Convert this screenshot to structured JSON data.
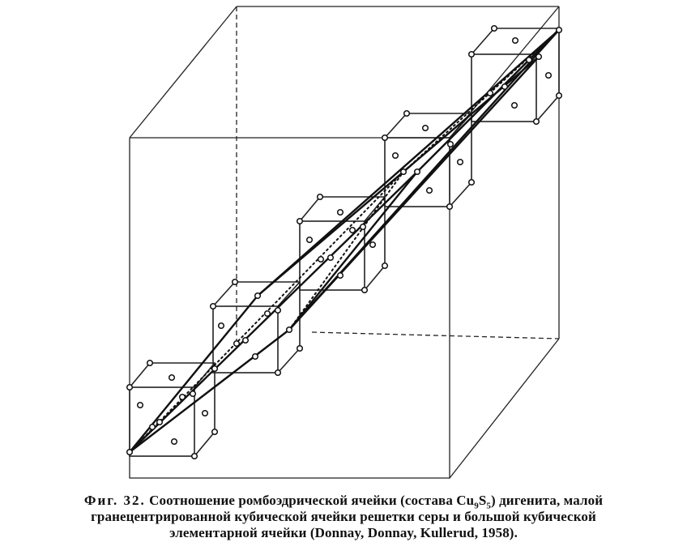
{
  "caption": {
    "figure_label": "Фиг. 32.",
    "line1_a": "Соотношение ромбоэдрической ячейки (состава Cu",
    "sub1": "9",
    "line1_b": "S",
    "sub2": "5",
    "line1_c": ") дигенита, малой",
    "line2": "гранецентрированной кубической ячейки решетки серы и большой кубической",
    "line3": "элементарной ячейки (Donnay, Donnay, Kullerud, 1958)."
  }
}
